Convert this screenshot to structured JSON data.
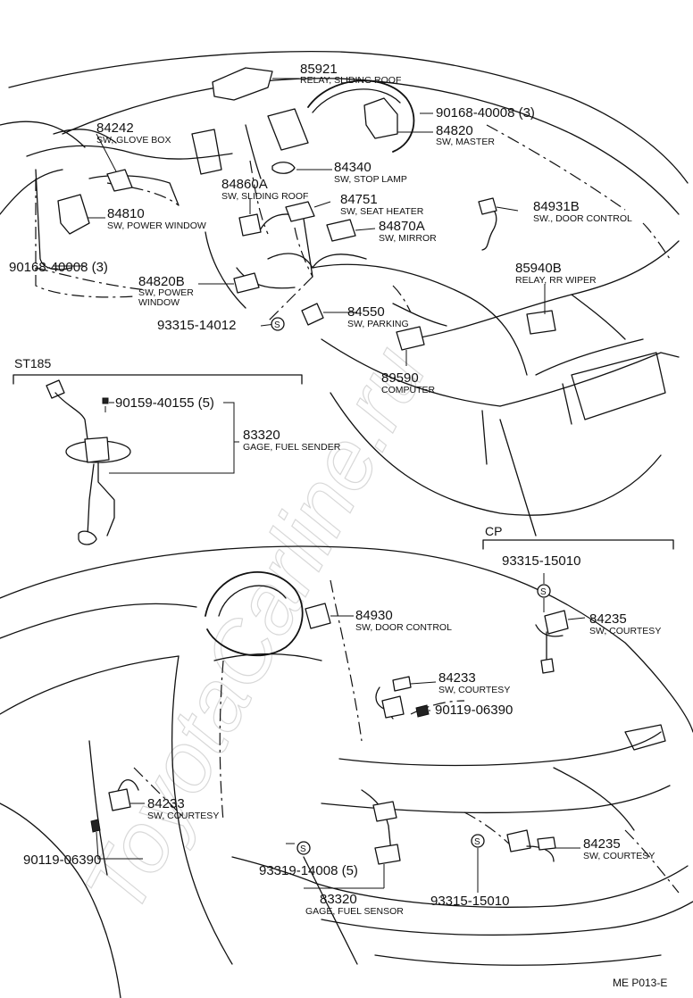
{
  "watermark": "ToyotaCarline.ru",
  "sections": {
    "st185": "ST185",
    "cp": "CP"
  },
  "diagram_code": "ME P013-E",
  "s_mark": "S",
  "parts": [
    {
      "id": "p85921",
      "num": "85921",
      "desc": "RELAY, SLIDING ROOF"
    },
    {
      "id": "p90168a",
      "num": "90168-40008 (3)",
      "desc": ""
    },
    {
      "id": "p84242",
      "num": "84242",
      "desc": "SW, GLOVE BOX"
    },
    {
      "id": "p84820",
      "num": "84820",
      "desc": "SW, MASTER"
    },
    {
      "id": "p84340",
      "num": "84340",
      "desc": "SW, STOP LAMP"
    },
    {
      "id": "p84860a",
      "num": "84860A",
      "desc": "SW, SLIDING ROOF"
    },
    {
      "id": "p84751",
      "num": "84751",
      "desc": "SW, SEAT HEATER"
    },
    {
      "id": "p84810",
      "num": "84810",
      "desc": "SW, POWER WINDOW"
    },
    {
      "id": "p84870a",
      "num": "84870A",
      "desc": "SW, MIRROR"
    },
    {
      "id": "p84931b",
      "num": "84931B",
      "desc": "SW., DOOR CONTROL"
    },
    {
      "id": "p90168b",
      "num": "90168-40008 (3)",
      "desc": ""
    },
    {
      "id": "p85940b",
      "num": "85940B",
      "desc": "RELAY, RR WIPER"
    },
    {
      "id": "p84820b",
      "num": "84820B",
      "desc": "SW, POWER",
      "desc2": "WINDOW"
    },
    {
      "id": "p84550",
      "num": "84550",
      "desc": "SW, PARKING"
    },
    {
      "id": "p93315a",
      "num": "93315-14012",
      "desc": ""
    },
    {
      "id": "p89590",
      "num": "89590",
      "desc": "COMPUTER"
    },
    {
      "id": "p90159",
      "num": "90159-40155 (5)",
      "desc": ""
    },
    {
      "id": "p83320a",
      "num": "83320",
      "desc": "GAGE, FUEL SENDER"
    },
    {
      "id": "p93315b",
      "num": "93315-15010",
      "desc": ""
    },
    {
      "id": "p84930",
      "num": "84930",
      "desc": "SW, DOOR CONTROL"
    },
    {
      "id": "p84235a",
      "num": "84235",
      "desc": "SW, COURTESY"
    },
    {
      "id": "p84233a",
      "num": "84233",
      "desc": "SW, COURTESY"
    },
    {
      "id": "p90119a",
      "num": "90119-06390",
      "desc": ""
    },
    {
      "id": "p84233b",
      "num": "84233",
      "desc": "SW, COURTESY"
    },
    {
      "id": "p84235b",
      "num": "84235",
      "desc": "SW, COURTESY"
    },
    {
      "id": "p90119b",
      "num": "90119-06390",
      "desc": ""
    },
    {
      "id": "p93319",
      "num": "93319-14008 (5)",
      "desc": ""
    },
    {
      "id": "p93315c",
      "num": "93315-15010",
      "desc": ""
    },
    {
      "id": "p83320b",
      "num": "83320",
      "desc": "GAGE, FUEL SENSOR"
    }
  ]
}
